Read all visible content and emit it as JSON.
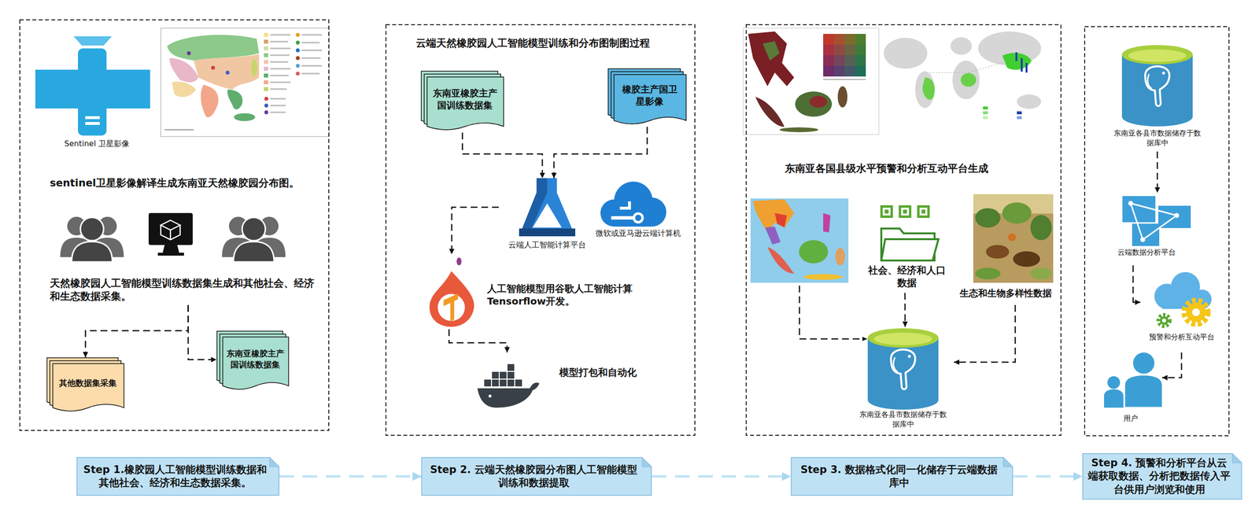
{
  "diagram": {
    "nodes": [
      {
        "text": [
          "sentinel卫星影像解译生成东南亚天然橡胶园分布图。"
        ]
      },
      {
        "text": [
          "天然橡胶园人工智能模型训练数据集生成和其他社会、经济和生态数据采集。"
        ],
        "in": 0
      },
      {
        "text": [
          "其他数据集采集"
        ],
        "in": 0
      },
      {
        "text": [
          "东南亚橡胶主产国训练数据集"
        ],
        "in": 0
      },
      {
        "text": [
          "云端天然橡胶园人工智能模型训练和分布图制图过程"
        ]
      },
      {
        "text": [
          "东南亚橡胶主产国训练数据集"
        ],
        "in": 4
      },
      {
        "text": [
          "橡胶主产国卫星影像"
        ],
        "in": 4
      },
      {
        "text": [
          "云端人工智能计算平台"
        ],
        "in": 4
      },
      {
        "text": [
          "微软或亚马逊云端计算机"
        ],
        "in": 4
      },
      {
        "text": [
          "人工智能模型用谷歌人工智能计算Tensorflow开发。"
        ],
        "in": 4
      },
      {
        "text": [
          "模型打包和自动化"
        ],
        "in": 4
      },
      {
        "text": [
          "东南亚各国县级水平预警和分析互动平台生成"
        ]
      },
      {
        "text": [
          "社会、经济和人口数据"
        ],
        "in": 11
      },
      {
        "text": [
          "生态和生物多样性数据"
        ],
        "in": 11
      },
      {
        "text": [
          "东南亚各县市数据储存于数据库中"
        ],
        "in": 11
      },
      {
        "text": [
          "东南亚各县市数据储存于数据库中"
        ]
      },
      {
        "text": [
          "云端数据分析平台"
        ]
      },
      {
        "text": [
          "预警和分析互动平台"
        ]
      },
      {
        "text": [
          "用户"
        ]
      },
      {
        "text": [
          "Step 1.橡胶园人工智能模型训练数据和其他社会、经济和生态数据采集。"
        ]
      },
      {
        "text": [
          "Step 2. 云端天然橡胶园分布图人工智能模型训练和数据提取"
        ]
      },
      {
        "text": [
          "Step 3. 数据格式化同一化储存于云端数据库中"
        ]
      },
      {
        "text": [
          "Step 4. 预警和分析平台从云端获取数据、分析把数据传入平台供用户浏览和使用"
        ]
      }
    ],
    "edges": [
      {
        "from": 1,
        "to": 2,
        "arrow": "to"
      },
      {
        "from": 1,
        "to": 3,
        "arrow": "to"
      },
      {
        "from": 5,
        "to": 7,
        "arrow": "to"
      },
      {
        "from": 6,
        "to": 7,
        "arrow": "to"
      },
      {
        "from": 7,
        "to": 9,
        "arrow": "to"
      },
      {
        "from": 9,
        "to": 10,
        "arrow": "to"
      },
      {
        "from": 12,
        "to": 14,
        "arrow": "to"
      },
      {
        "from": 13,
        "to": 14,
        "arrow": "to"
      },
      {
        "from": 15,
        "to": 16,
        "arrow": "to"
      },
      {
        "from": 16,
        "to": 17,
        "arrow": "to"
      },
      {
        "from": 17,
        "to": 18,
        "arrow": "to"
      },
      {
        "from": 19,
        "to": 20,
        "arrow": "to"
      },
      {
        "from": 20,
        "to": 21,
        "arrow": "to"
      },
      {
        "from": 21,
        "to": 22,
        "arrow": "to"
      }
    ],
    "labels": [
      "Sentinel 卫星影像"
    ]
  }
}
